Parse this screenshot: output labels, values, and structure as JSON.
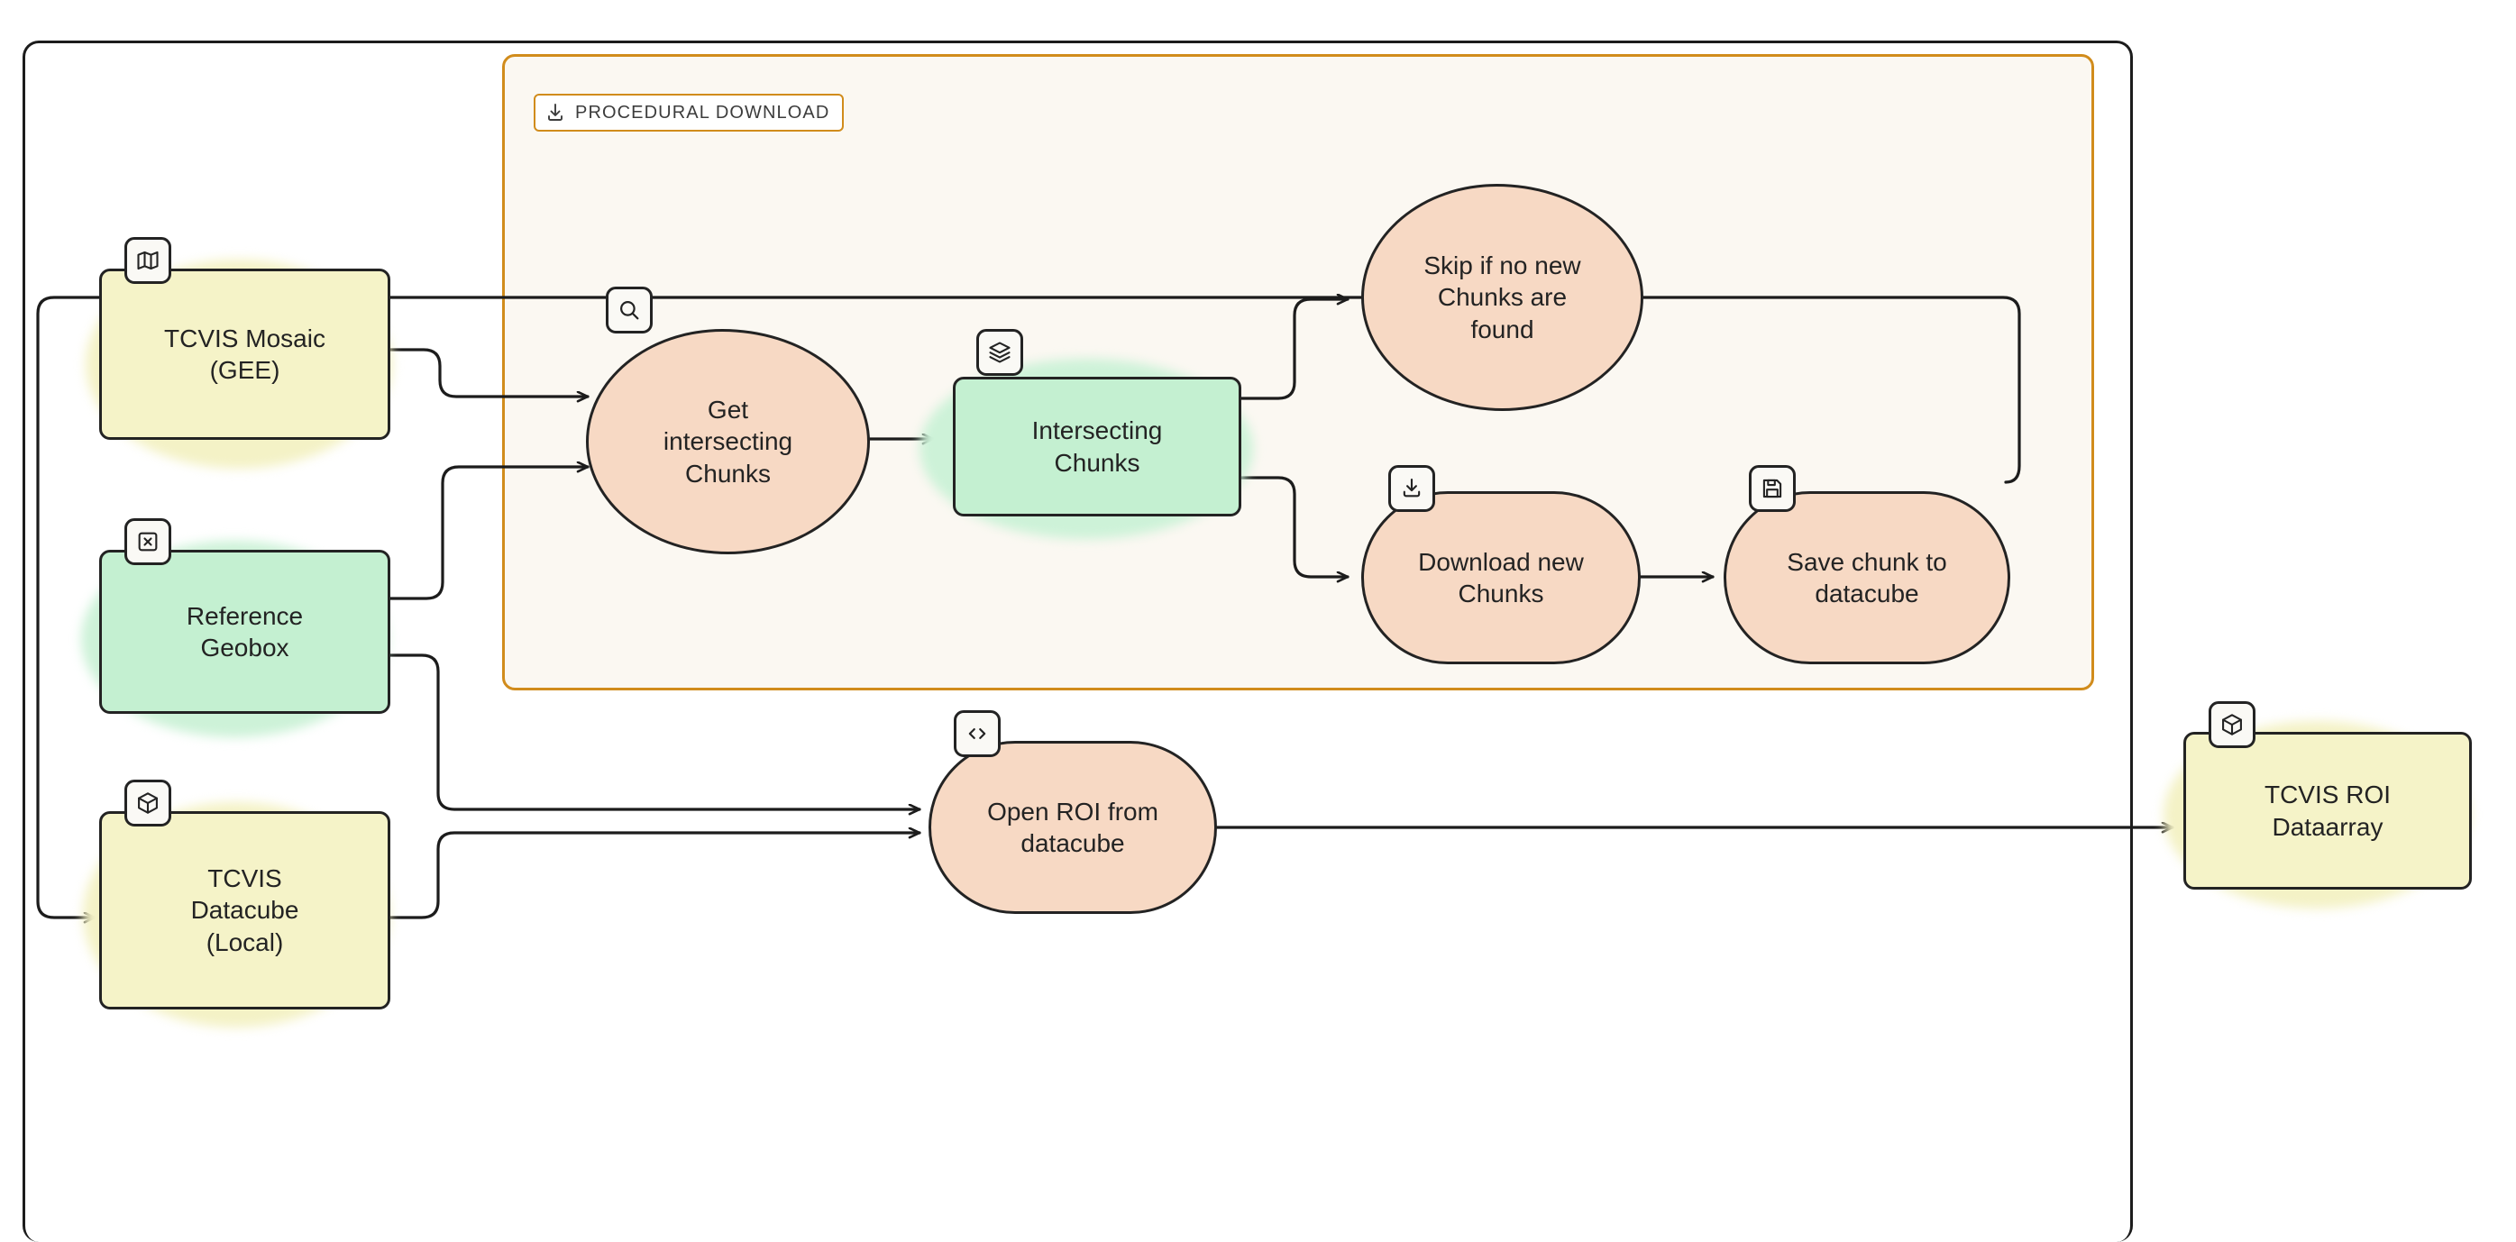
{
  "diagram": {
    "title": "TCVIS procedural download and ROI extraction flow",
    "type": "flowchart",
    "colors": {
      "data_node_fill": "#f5f3c8",
      "param_node_fill": "#c4f0d1",
      "process_node_fill": "#f7d9c4",
      "subgraph_border": "#d18c1c",
      "subgraph_fill": "#fbf8f2",
      "outline": "#232323",
      "edge": "#1c1c1c"
    }
  },
  "subgraph": {
    "label": "PROCEDURAL DOWNLOAD",
    "icon": "download-icon"
  },
  "nodes": [
    {
      "id": "tcvis-mosaic-gee",
      "label": "TCVIS Mosaic\n(GEE)",
      "icon": "map-icon",
      "shape": "rect",
      "fill": "data"
    },
    {
      "id": "reference-geobox",
      "label": "Reference\nGeobox",
      "icon": "bbox-x-icon",
      "shape": "rect",
      "fill": "param"
    },
    {
      "id": "tcvis-datacube",
      "label": "TCVIS\nDatacube\n(Local)",
      "icon": "cube-icon",
      "shape": "rect",
      "fill": "data"
    },
    {
      "id": "get-intersecting",
      "label": "Get\nintersecting\nChunks",
      "icon": "search-icon",
      "shape": "blob",
      "fill": "process"
    },
    {
      "id": "intersecting-chunks",
      "label": "Intersecting\nChunks",
      "icon": "layers-icon",
      "shape": "rect",
      "fill": "param"
    },
    {
      "id": "skip-if-no-new",
      "label": "Skip if no new\nChunks are\nfound",
      "icon": "",
      "shape": "blob",
      "fill": "process"
    },
    {
      "id": "download-new",
      "label": "Download new\nChunks",
      "icon": "download-icon",
      "shape": "round",
      "fill": "process"
    },
    {
      "id": "save-chunk",
      "label": "Save chunk to\ndatacube",
      "icon": "save-icon",
      "shape": "round",
      "fill": "process"
    },
    {
      "id": "open-roi",
      "label": "Open ROI from\ndatacube",
      "icon": "code-icon",
      "shape": "round",
      "fill": "process"
    },
    {
      "id": "tcvis-roi-dataarray",
      "label": "TCVIS ROI\nDataarray",
      "icon": "cube-icon",
      "shape": "rect",
      "fill": "data"
    }
  ],
  "edges": [
    {
      "from": "tcvis-mosaic-gee",
      "to": "get-intersecting"
    },
    {
      "from": "reference-geobox",
      "to": "get-intersecting"
    },
    {
      "from": "get-intersecting",
      "to": "intersecting-chunks"
    },
    {
      "from": "intersecting-chunks",
      "to": "skip-if-no-new"
    },
    {
      "from": "intersecting-chunks",
      "to": "download-new"
    },
    {
      "from": "download-new",
      "to": "save-chunk"
    },
    {
      "from": "save-chunk",
      "to": "tcvis-datacube"
    },
    {
      "from": "reference-geobox",
      "to": "open-roi"
    },
    {
      "from": "tcvis-datacube",
      "to": "open-roi"
    },
    {
      "from": "open-roi",
      "to": "tcvis-roi-dataarray"
    }
  ]
}
